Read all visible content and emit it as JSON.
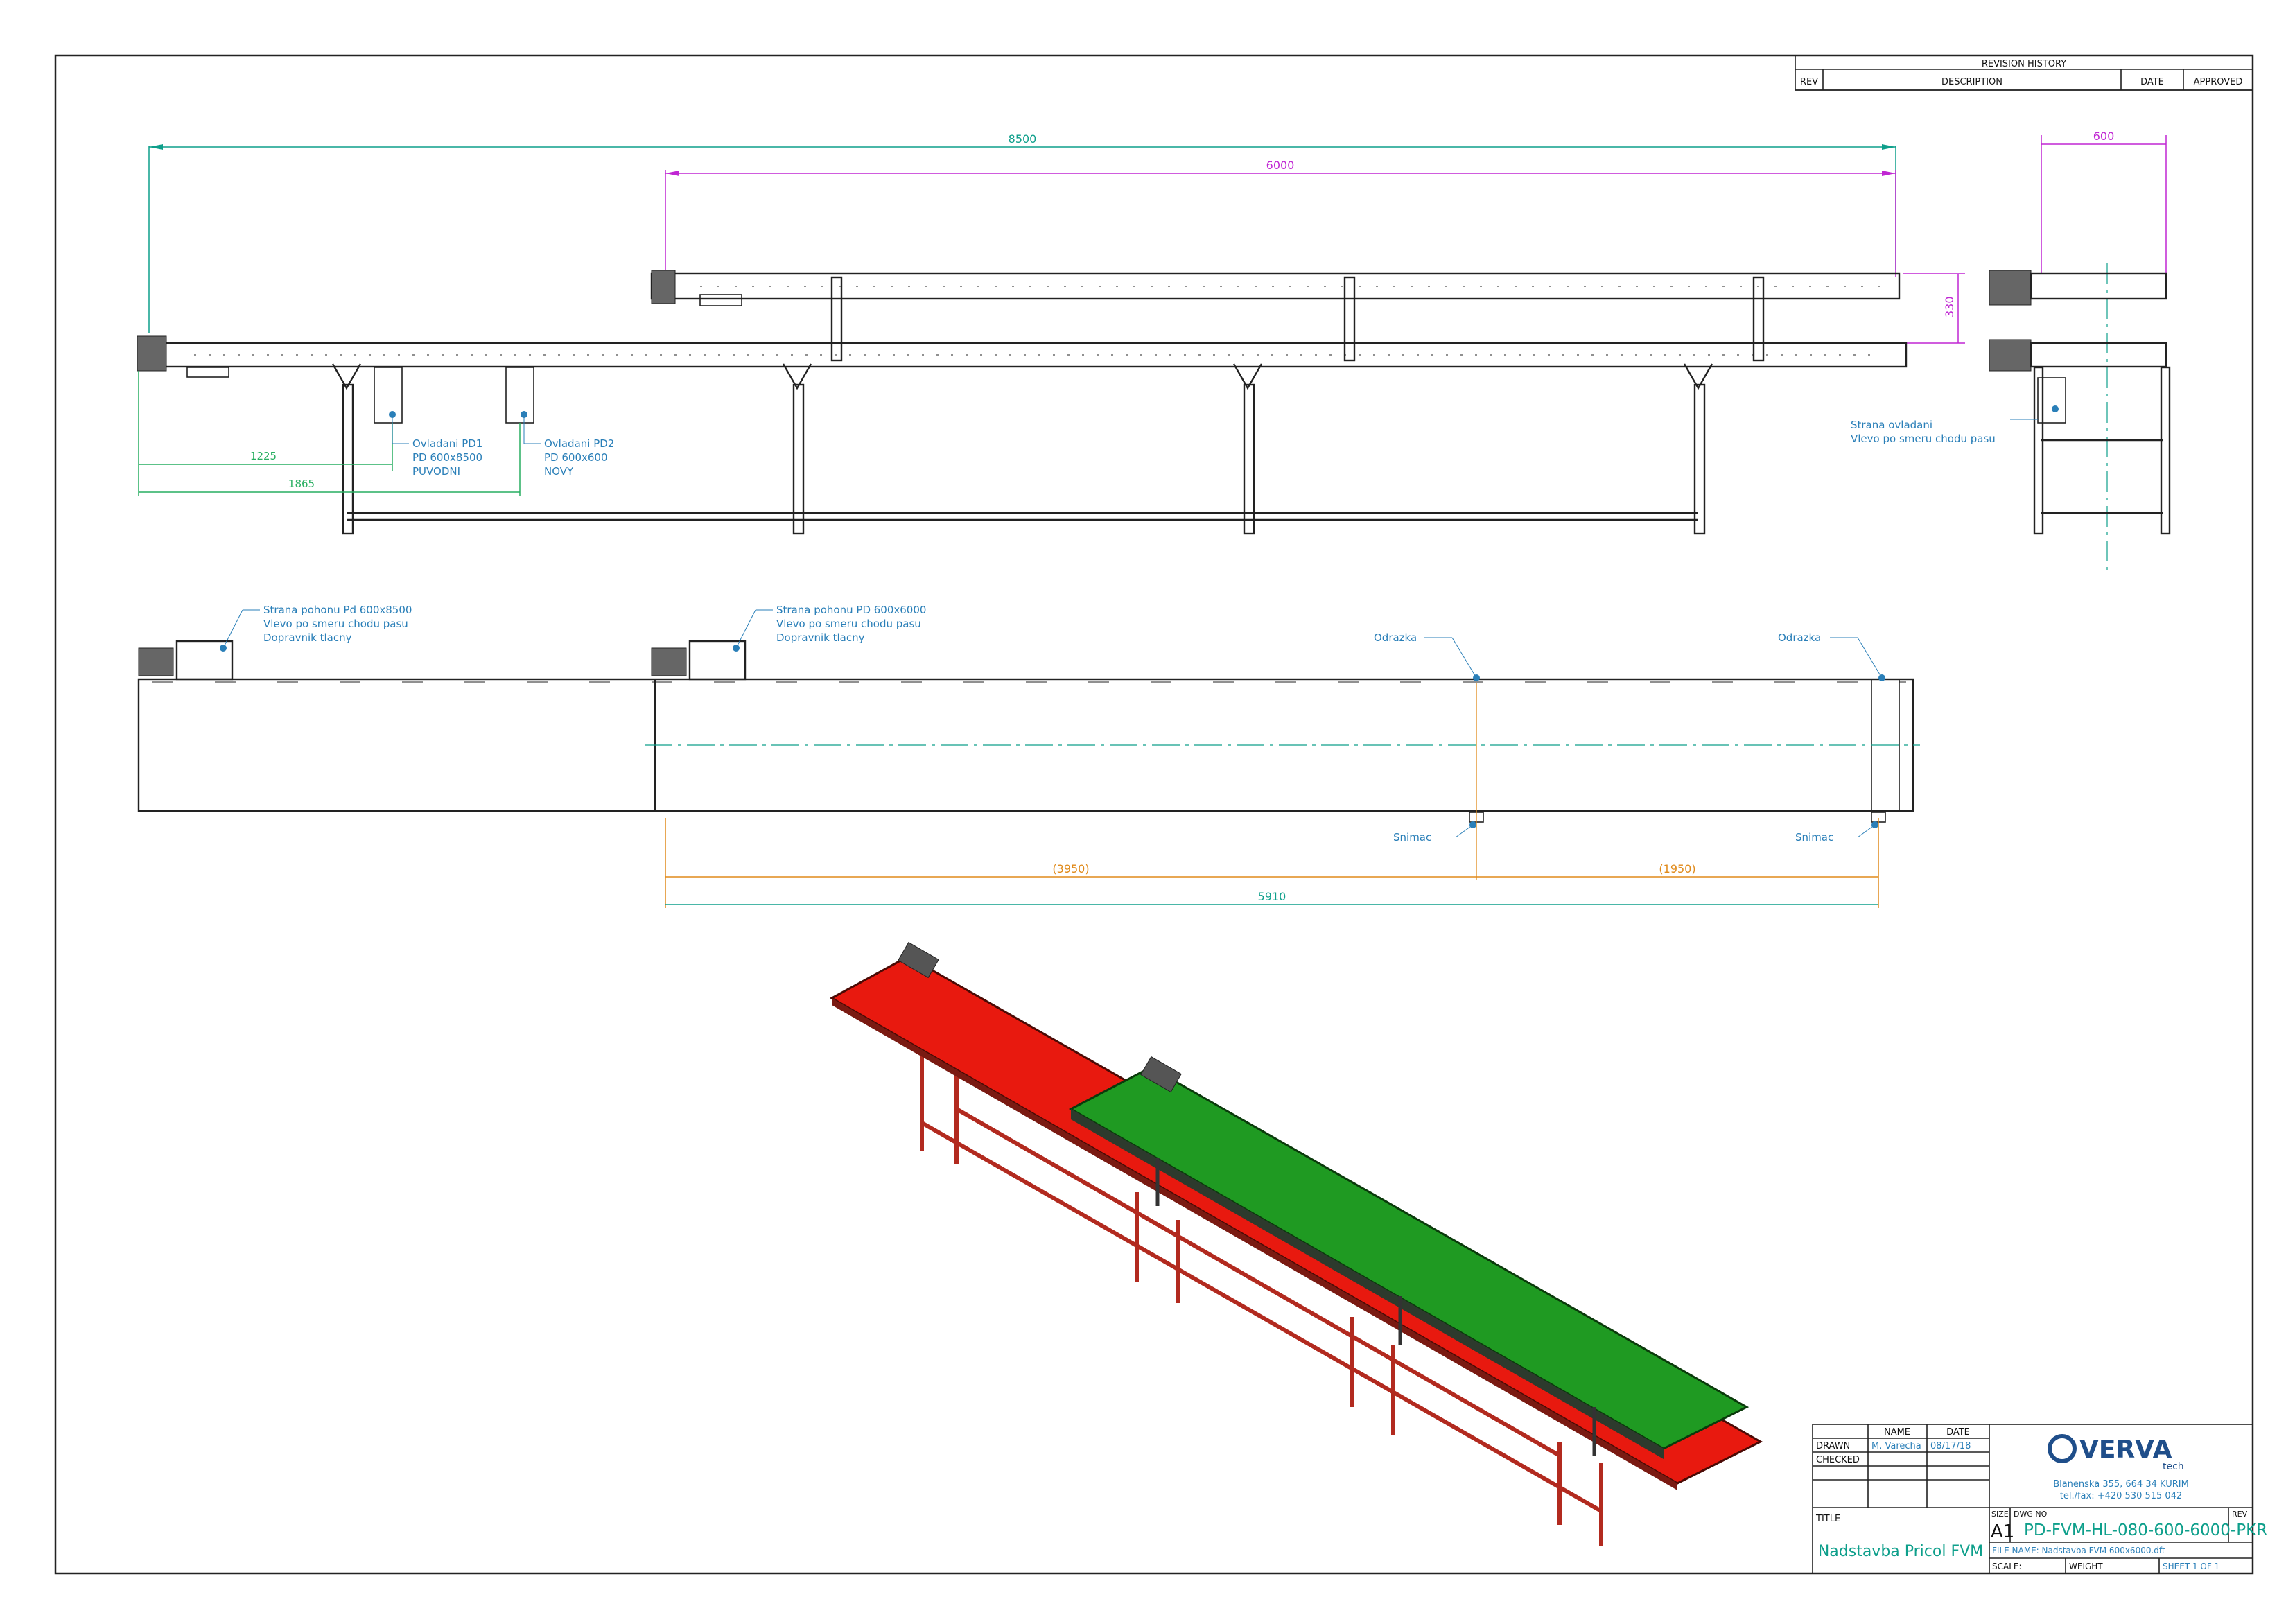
{
  "revision_history": {
    "title": "REVISION HISTORY",
    "col_rev": "REV",
    "col_description": "DESCRIPTION",
    "col_date": "DATE",
    "col_approved": "APPROVED"
  },
  "dimensions": {
    "overall_length": "8500",
    "upper_length": "6000",
    "width": "600",
    "height_offset": "330",
    "control1_offset": "1225",
    "control2_offset": "1865",
    "sensor1": "(3950)",
    "sensor2": "(1950)",
    "upper_total": "5910"
  },
  "notes": {
    "control1": [
      "Ovladani PD1",
      "PD 600x8500",
      "PUVODNI"
    ],
    "control2": [
      "Ovladani PD2",
      "PD 600x600",
      "NOVY"
    ],
    "control_side": [
      "Strana ovladani",
      "Vlevo po smeru chodu pasu"
    ],
    "drive1": [
      "Strana pohonu Pd 600x8500",
      "Vlevo po smeru chodu pasu",
      "Dopravnik tlacny"
    ],
    "drive2": [
      "Strana pohonu PD 600x6000",
      "Vlevo po smeru chodu pasu",
      "Dopravnik tlacny"
    ],
    "reflector": "Odrazka",
    "sensor": "Snimac"
  },
  "title_block": {
    "col_name": "NAME",
    "col_date": "DATE",
    "drawn_label": "DRAWN",
    "drawn_name": "M. Varecha",
    "drawn_date": "08/17/18",
    "checked_label": "CHECKED",
    "title_label": "TITLE",
    "title": "Nadstavba Pricol FVM",
    "company_name": "VERVA",
    "company_sub": "tech",
    "address": "Blanenska 355, 664 34 KURIM",
    "phone": "tel./fax: +420 530 515 042",
    "size_label": "SIZE",
    "size": "A1",
    "dwg_label": "DWG NO",
    "dwg_no": "PD-FVM-HL-080-600-6000-PKR",
    "rev_label": "REV",
    "file_name": "FILE NAME: Nadstavba FVM 600x6000.dft",
    "scale_label": "SCALE:",
    "weight_label": "WEIGHT",
    "sheet": "SHEET 1 OF 1"
  },
  "colors": {
    "lower_belt": "#e8190f",
    "upper_belt": "#1f9a22",
    "frame": "#b22a1f"
  }
}
